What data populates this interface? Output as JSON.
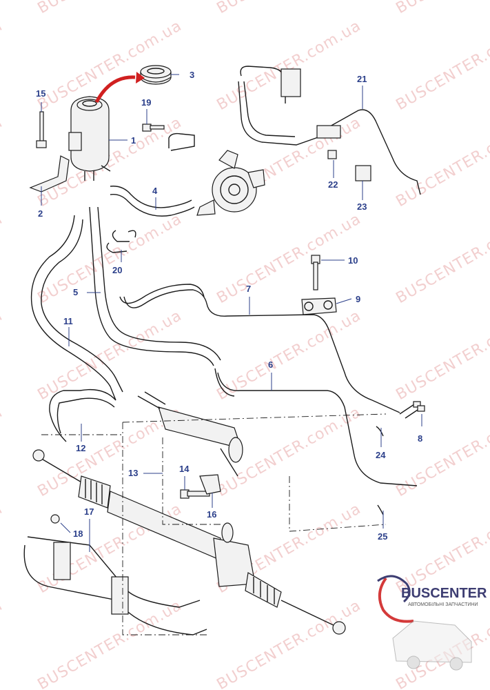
{
  "watermark_text": "BUSCENTER.com.ua",
  "callouts": [
    {
      "num": "1"
    },
    {
      "num": "2"
    },
    {
      "num": "3"
    },
    {
      "num": "4"
    },
    {
      "num": "5"
    },
    {
      "num": "6"
    },
    {
      "num": "7"
    },
    {
      "num": "8"
    },
    {
      "num": "9"
    },
    {
      "num": "10"
    },
    {
      "num": "11"
    },
    {
      "num": "12"
    },
    {
      "num": "13"
    },
    {
      "num": "14"
    },
    {
      "num": "15"
    },
    {
      "num": "16"
    },
    {
      "num": "17"
    },
    {
      "num": "18"
    },
    {
      "num": "19"
    },
    {
      "num": "20"
    },
    {
      "num": "21"
    },
    {
      "num": "22"
    },
    {
      "num": "23"
    },
    {
      "num": "24"
    },
    {
      "num": "25"
    }
  ],
  "logo": {
    "name": "BUSCENTER",
    "subtitle": "АВТОМОБІЛЬНІ ЗАПЧАСТИНИ"
  }
}
